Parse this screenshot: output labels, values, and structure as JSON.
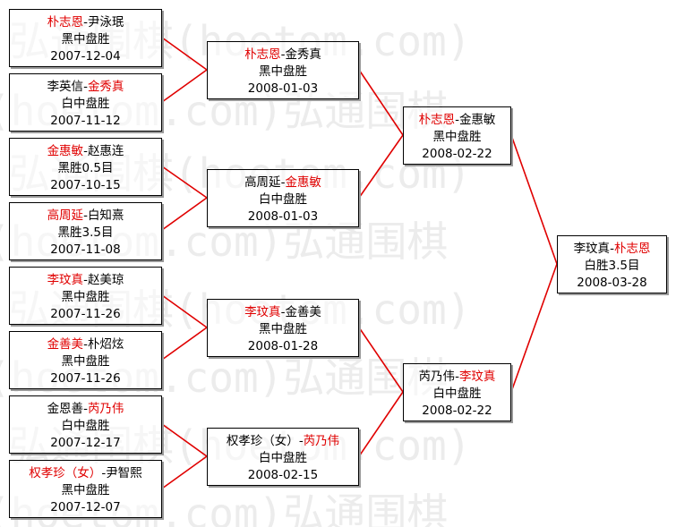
{
  "watermark": "弘通围棋(hoetom.com)",
  "colors": {
    "winner": "#e00000",
    "line": "#e00000",
    "text": "#000000"
  },
  "games": [
    {
      "p1": "朴志恩",
      "p2": "尹泳珉",
      "winner": 1,
      "result": "黑中盘胜",
      "date": "2007-12-04"
    },
    {
      "p1": "李英信",
      "p2": "金秀真",
      "winner": 2,
      "result": "白中盘胜",
      "date": "2007-11-12"
    },
    {
      "p1": "金惠敏",
      "p2": "赵惠连",
      "winner": 1,
      "result": "黑胜0.5目",
      "date": "2007-10-15"
    },
    {
      "p1": "高周延",
      "p2": "白知熹",
      "winner": 1,
      "result": "黑胜3.5目",
      "date": "2007-11-08"
    },
    {
      "p1": "李玟真",
      "p2": "赵美琼",
      "winner": 1,
      "result": "黑中盘胜",
      "date": "2007-11-26"
    },
    {
      "p1": "金善美",
      "p2": "朴炤炫",
      "winner": 1,
      "result": "黑中盘胜",
      "date": "2007-11-26"
    },
    {
      "p1": "金恩善",
      "p2": "芮乃伟",
      "winner": 2,
      "result": "白中盘胜",
      "date": "2007-12-17"
    },
    {
      "p1": "权孝珍（女）",
      "p2": "尹智熙",
      "winner": 1,
      "result": "黑中盘胜",
      "date": "2007-12-07"
    },
    {
      "p1": "朴志恩",
      "p2": "金秀真",
      "winner": 1,
      "result": "黑中盘胜",
      "date": "2008-01-03"
    },
    {
      "p1": "高周延",
      "p2": "金惠敏",
      "winner": 2,
      "result": "白中盘胜",
      "date": "2008-01-03"
    },
    {
      "p1": "李玟真",
      "p2": "金善美",
      "winner": 1,
      "result": "黑中盘胜",
      "date": "2008-01-28"
    },
    {
      "p1": "权孝珍（女）",
      "p2": "芮乃伟",
      "winner": 2,
      "result": "白中盘胜",
      "date": "2008-02-15"
    },
    {
      "p1": "朴志恩",
      "p2": "金惠敏",
      "winner": 1,
      "result": "黑中盘胜",
      "date": "2008-02-22"
    },
    {
      "p1": "芮乃伟",
      "p2": "李玟真",
      "winner": 2,
      "result": "白中盘胜",
      "date": "2008-02-22"
    },
    {
      "p1": "李玟真",
      "p2": "朴志恩",
      "winner": 2,
      "result": "白胜3.5目",
      "date": "2008-03-28"
    }
  ]
}
